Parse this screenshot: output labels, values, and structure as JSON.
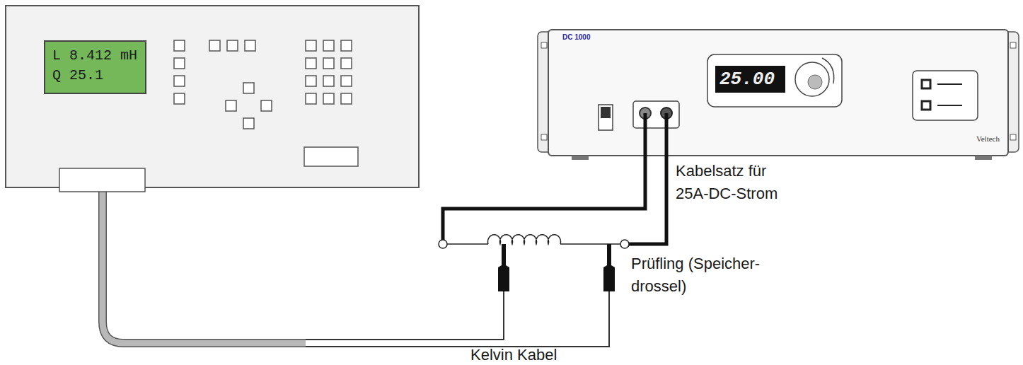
{
  "diagram": {
    "nodes": [
      {
        "text": [
          "L 8.412 mH",
          "Q 25.1"
        ]
      },
      {
        "text": [
          "DC 1000",
          "Veltech"
        ]
      },
      {
        "text": [
          "25.00"
        ],
        "in": 1
      }
    ],
    "labels": [
      "Kabelsatz für 25A-DC-Strom",
      "Prüfling (Speicher- drossel)",
      "Kelvin Kabel"
    ]
  }
}
